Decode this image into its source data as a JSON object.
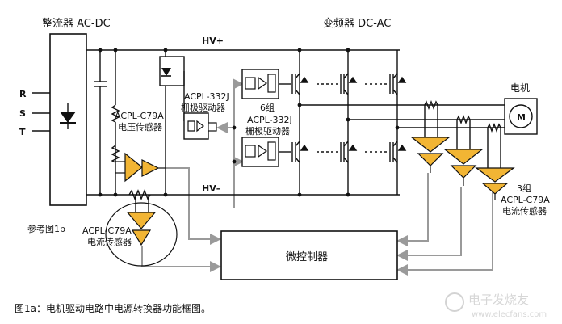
{
  "labels": {
    "rectifier": "整流器 AC-DC",
    "inverter": "变频器 DC-AC",
    "hv_plus": "HV+",
    "hv_minus": "HV–",
    "phase_r": "R",
    "phase_s": "S",
    "phase_t": "T",
    "motor": "电机",
    "motor_m": "M",
    "gate_driver_part": "ACPL-332J",
    "gate_driver_name": "栅极驱动器",
    "six_group": "6组",
    "six_gate_part": "ACPL-332J",
    "six_gate_name": "栅极驱动器",
    "volt_sensor_part": "ACPL-C79A",
    "volt_sensor_name": "电压传感器",
    "current_sensor_part": "ACPL-C79A",
    "current_sensor_name": "电流传感器",
    "three_group": "3组",
    "three_sensor_part": "ACPL-C79A",
    "three_sensor_name": "电流传感器",
    "ref_fig": "参考图1b",
    "mcu": "微控制器",
    "caption": "图1a：电机驱动电路中电源转换器功能框图。",
    "watermark": "电子发烧友",
    "watermark_url": "www.elecfans.com"
  },
  "colors": {
    "amp_fill": "#f2b534",
    "signal_line": "#9a9a9a",
    "wire": "#111111"
  }
}
